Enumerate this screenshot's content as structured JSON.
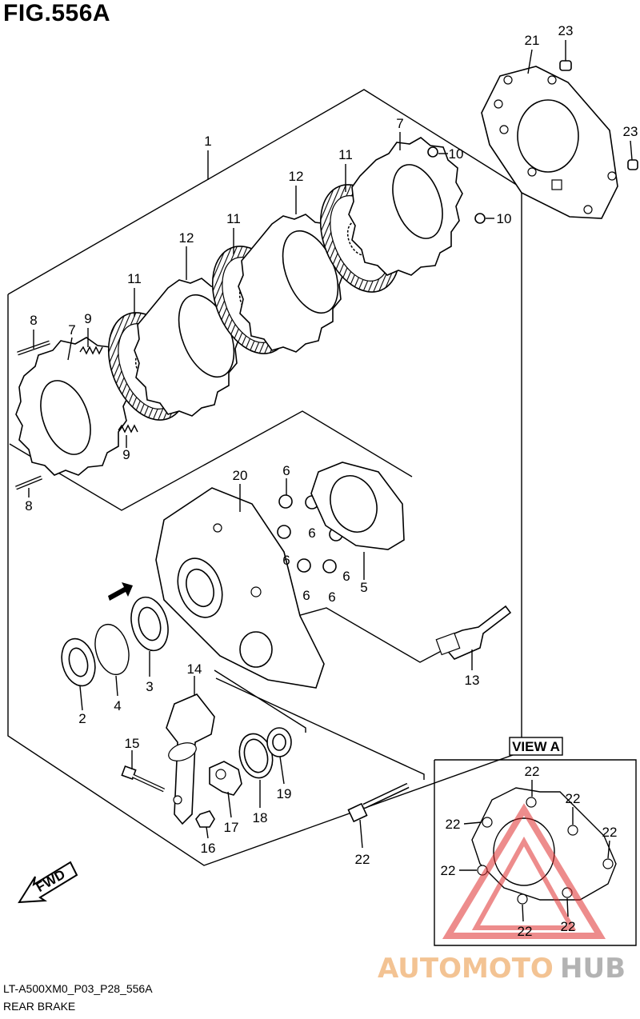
{
  "figure": {
    "title": "FIG.556A"
  },
  "footer": {
    "code": "LT-A500XM0_P03_P28_556A",
    "name": "REAR BRAKE"
  },
  "view": {
    "label": "VIEW A"
  },
  "fwd": {
    "label": "FWD"
  },
  "watermark": {
    "part1": "AUTOMOTO",
    "part2": "HUB"
  },
  "callouts": {
    "c1": "1",
    "c2": "2",
    "c3": "3",
    "c4": "4",
    "c5": "5",
    "c6a": "6",
    "c6b": "6",
    "c6c": "6",
    "c6d": "6",
    "c6e": "6",
    "c6f": "6",
    "c7a": "7",
    "c7b": "7",
    "c8a": "8",
    "c8b": "8",
    "c9a": "9",
    "c9b": "9",
    "c10a": "10",
    "c10b": "10",
    "c11a": "11",
    "c11b": "11",
    "c11c": "11",
    "c12a": "12",
    "c12b": "12",
    "c13": "13",
    "c14": "14",
    "c15": "15",
    "c16": "16",
    "c17": "17",
    "c18": "18",
    "c19": "19",
    "c20": "20",
    "c21": "21",
    "c22": "22",
    "c23a": "23",
    "c23b": "23",
    "v22a": "22",
    "v22b": "22",
    "v22c": "22",
    "v22d": "22",
    "v22e": "22",
    "v22f": "22",
    "v22g": "22"
  },
  "colors": {
    "line": "#000000",
    "watermark_orange": "#f0b070",
    "watermark_red": "#e03030",
    "watermark_grey": "#9a9a9a"
  }
}
